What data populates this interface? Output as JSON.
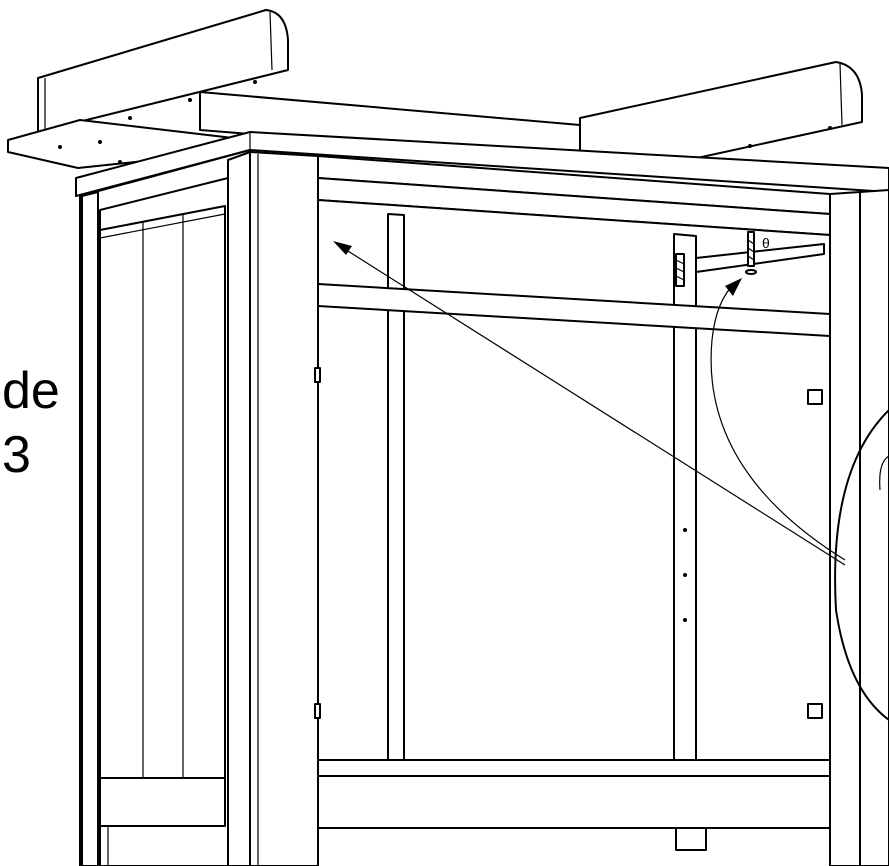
{
  "caption": {
    "line1": "de",
    "line2": "3"
  },
  "callout_symbol": "θ",
  "colors": {
    "stroke": "#000000",
    "background": "#ffffff"
  }
}
